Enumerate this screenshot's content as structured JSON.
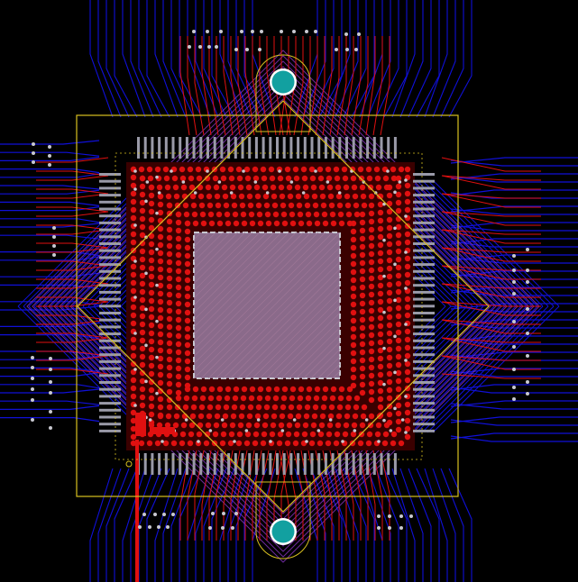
{
  "canvas": {
    "background": "#000000"
  },
  "colors": {
    "bottom_trace": "#1010d8",
    "top_trace": "#e01010",
    "violet_trace": "#9a3ad8",
    "outline": "#d8c020",
    "pad_grey": "#9a9aa8",
    "via_fill": "#c8c8d0",
    "mount_hole_ring": "#ffffff",
    "mount_hole_center": "#12a0a0",
    "center_pad": "#8a6a8a",
    "center_pad_border": "#c8c8d0"
  },
  "icons": {
    "board": "pcb-layout",
    "mount_hole": "mounting-hole-icon",
    "component_outline": "footprint-outline",
    "keepout_diamond": "keepout-diamond",
    "thermal_pad": "thermal-pad"
  }
}
